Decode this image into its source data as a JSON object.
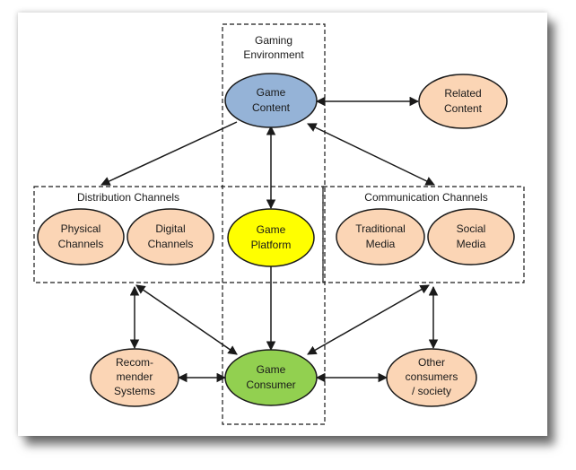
{
  "groups": {
    "gaming_environment": {
      "label_line1": "Gaming",
      "label_line2": "Environment"
    },
    "distribution_channels": {
      "label": "Distribution Channels"
    },
    "communication_channels": {
      "label": "Communication Channels"
    }
  },
  "nodes": {
    "game_content": {
      "line1": "Game",
      "line2": "Content",
      "fill": "#95b3d7"
    },
    "related_content": {
      "line1": "Related",
      "line2": "Content",
      "fill": "#fbd5b5"
    },
    "physical_channels": {
      "line1": "Physical",
      "line2": "Channels",
      "fill": "#fbd5b5"
    },
    "digital_channels": {
      "line1": "Digital",
      "line2": "Channels",
      "fill": "#fbd5b5"
    },
    "game_platform": {
      "line1": "Game",
      "line2": "Platform",
      "fill": "#ffff00"
    },
    "traditional_media": {
      "line1": "Traditional",
      "line2": "Media",
      "fill": "#fbd5b5"
    },
    "social_media": {
      "line1": "Social",
      "line2": "Media",
      "fill": "#fbd5b5"
    },
    "recommender_systems": {
      "line1": "Recom-",
      "line2": "mender",
      "line3": "Systems",
      "fill": "#fbd5b5"
    },
    "game_consumer": {
      "line1": "Game",
      "line2": "Consumer",
      "fill": "#92d050"
    },
    "other_consumers": {
      "line1": "Other",
      "line2": "consumers",
      "line3": "/ society",
      "fill": "#fbd5b5"
    }
  },
  "colors": {
    "stroke": "#1a1a1a",
    "dash_box": "#1a1a1a"
  }
}
